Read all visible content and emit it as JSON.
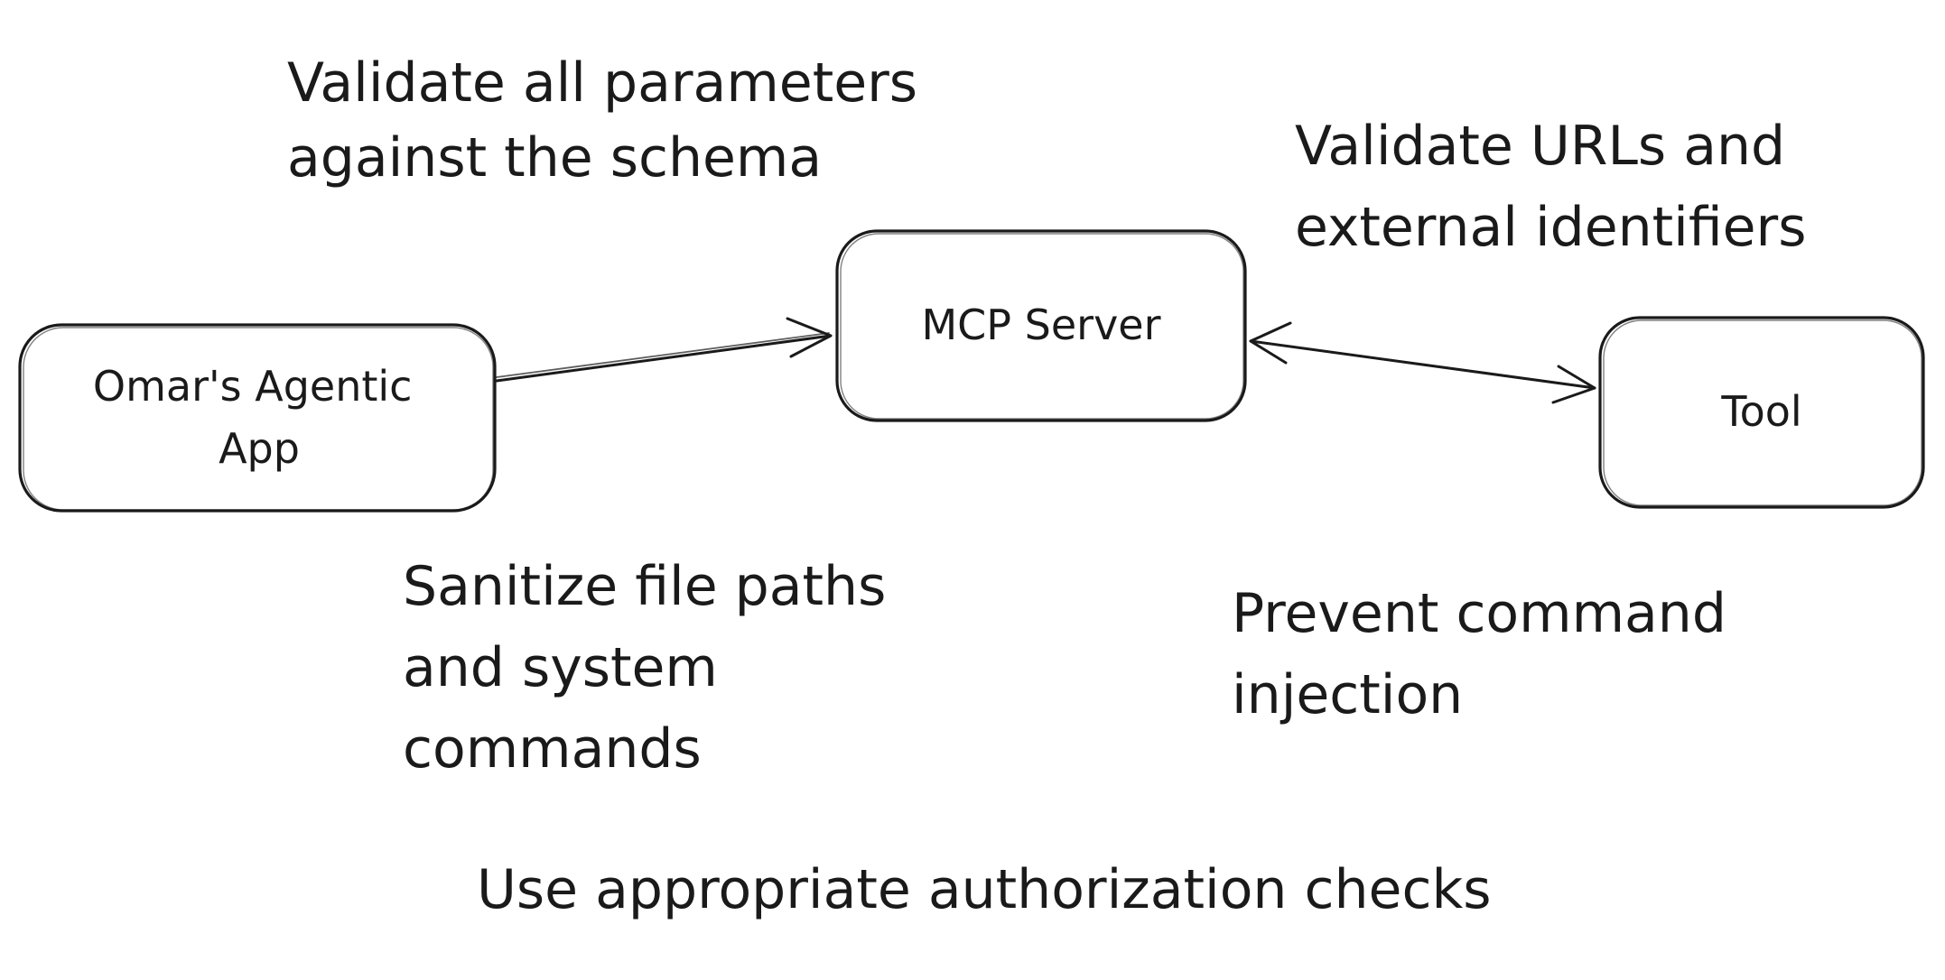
{
  "nodes": {
    "app": {
      "lines": [
        "Omar's Agentic",
        "App"
      ]
    },
    "server": {
      "lines": [
        "MCP Server"
      ]
    },
    "tool": {
      "lines": [
        "Tool"
      ]
    }
  },
  "edges": {
    "app_to_server": {
      "from": "app",
      "to": "server",
      "direction": "forward"
    },
    "server_tool": {
      "from": "server",
      "to": "tool",
      "direction": "both"
    }
  },
  "notes": {
    "validate_parameters": [
      "Validate all parameters",
      "against the schema"
    ],
    "validate_urls": [
      "Validate URLs and",
      "external identifiers"
    ],
    "sanitize_paths": [
      "Sanitize file paths",
      "and system",
      "commands"
    ],
    "prevent_injection": [
      "Prevent command",
      "injection"
    ],
    "authorization": [
      "Use appropriate authorization checks"
    ]
  },
  "colors": {
    "stroke": "#1a1a1a",
    "background": "#ffffff"
  }
}
